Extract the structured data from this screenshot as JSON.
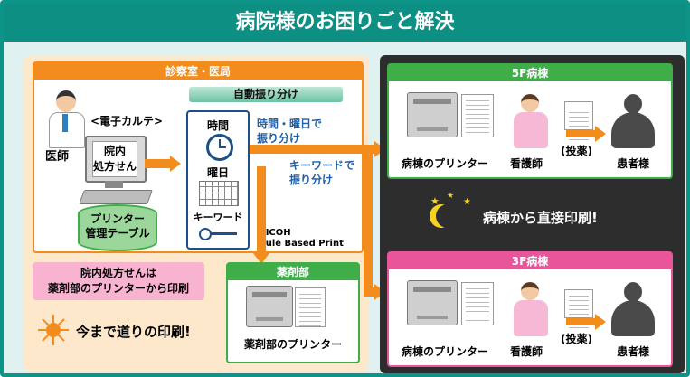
{
  "title": "病院様のお困りごと解決",
  "consult": {
    "header": "診察室・医局",
    "ehr_label": "<電子カルテ>",
    "doctor_label": "医師",
    "prescription_line1": "院内",
    "prescription_line2": "処方せん",
    "db_line1": "プリンター",
    "db_line2": "管理テーブル"
  },
  "auto": {
    "header": "自動振り分け",
    "time": "時間",
    "day": "曜日",
    "keyword": "キーワード",
    "rule_time_line1": "時間・曜日で",
    "rule_time_line2": "振り分け",
    "rule_kw_line1": "キーワードで",
    "rule_kw_line2": "振り分け",
    "product_line1": "RICOH",
    "product_line2": "Rule Based Print"
  },
  "note": {
    "line1": "院内処方せんは",
    "line2": "薬剤部のプリンターから印刷"
  },
  "bottom_slogan": "今まで道りの印刷!",
  "pharmacy": {
    "header": "薬剤部",
    "printer_label": "薬剤部のプリンター"
  },
  "ward5": {
    "header": "5F病棟",
    "printer_label": "病棟のプリンター",
    "nurse_label": "看護師",
    "action_label": "(投薬)",
    "patient_label": "患者様"
  },
  "ward3": {
    "header": "3F病棟",
    "printer_label": "病棟のプリンター",
    "nurse_label": "看護師",
    "action_label": "(投薬)",
    "patient_label": "患者様"
  },
  "direct_print": "病棟から直接印刷!",
  "colors": {
    "teal": "#0d8f84",
    "orange": "#f28c1c",
    "green": "#3fae49",
    "pink": "#e8559a",
    "blue_text": "#1f5fa8"
  }
}
